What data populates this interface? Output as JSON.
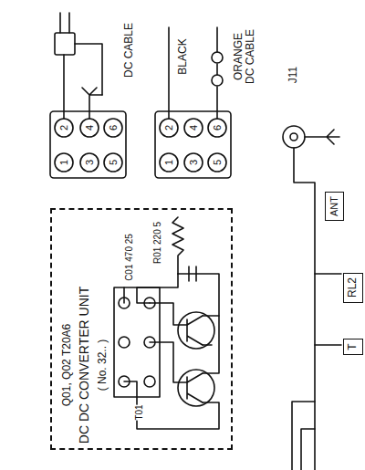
{
  "diagram": {
    "nodes": [
      {
        "text": [
          "Q01, Q02 T20A6",
          "DC DC CONVERTER UNIT",
          "( No. 32.. )"
        ]
      },
      {
        "text": [
          "ANT"
        ]
      },
      {
        "text": [
          "RL2"
        ]
      },
      {
        "text": [
          "T"
        ]
      }
    ],
    "labels": [
      "DC CABLE",
      "2",
      "4",
      "6",
      "1",
      "3",
      "5",
      "BLACK",
      "ORANGE DC CABLE",
      "2",
      "4",
      "6",
      "1",
      "3",
      "5",
      "J11",
      "R01 220 5",
      "C01 470 25",
      "T01"
    ]
  }
}
